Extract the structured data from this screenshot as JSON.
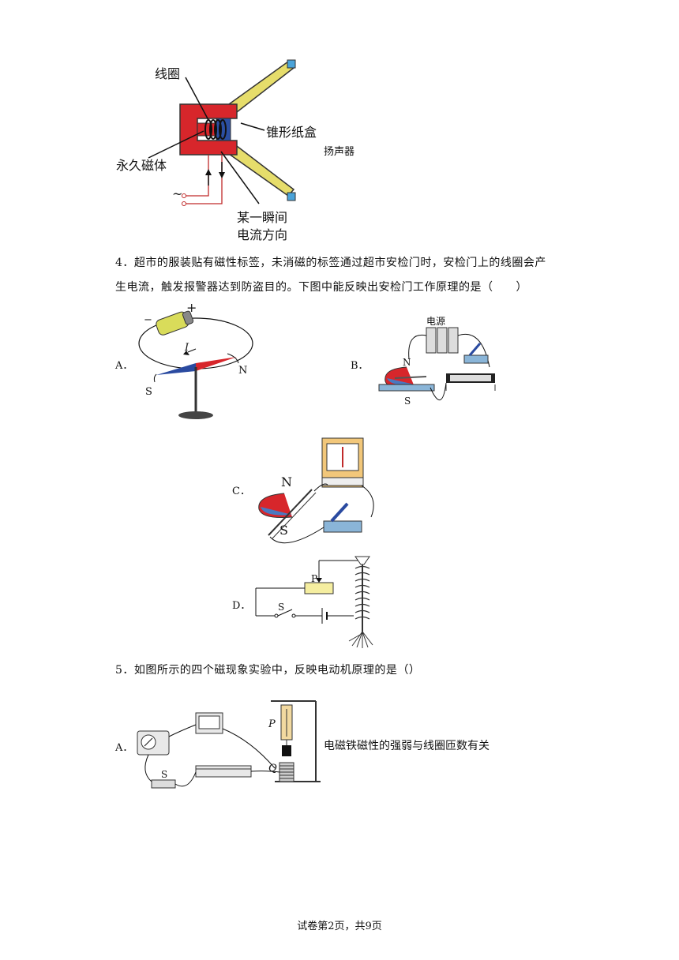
{
  "speaker": {
    "coil": "线圈",
    "cone": "锥形纸盒",
    "caption": "扬声器",
    "magnet": "永久磁体",
    "current_line1": "某一瞬间",
    "current_line2": "电流方向",
    "ac_symbol": "~"
  },
  "q4": {
    "text_line1": "4．超市的服装贴有磁性标签，未消磁的标签通过超市安检门时，安检门上的线圈会产",
    "text_line2": "生电流，触发报警器达到防盗目的。下图中能反映出安检门工作原理的是（　　）",
    "options": {
      "A": {
        "label": "A．",
        "plus": "+",
        "minus": "−",
        "current": "I",
        "north": "N",
        "south": "S"
      },
      "B": {
        "label": "B．",
        "power": "电源",
        "north": "N",
        "south": "S"
      },
      "C": {
        "label": "C．",
        "north": "N",
        "south": "S"
      },
      "D": {
        "label": "D．",
        "slider": "P",
        "switch": "S"
      }
    }
  },
  "q5": {
    "text": "5．如图所示的四个磁现象实验中，反映电动机原理的是（）",
    "optionA": {
      "label": "A．",
      "switch": "S",
      "spring": "P",
      "core": "Q",
      "caption": "电磁铁磁性的强弱与线圈匝数有关"
    }
  },
  "footer": {
    "page": "试卷第2页，共9页"
  }
}
